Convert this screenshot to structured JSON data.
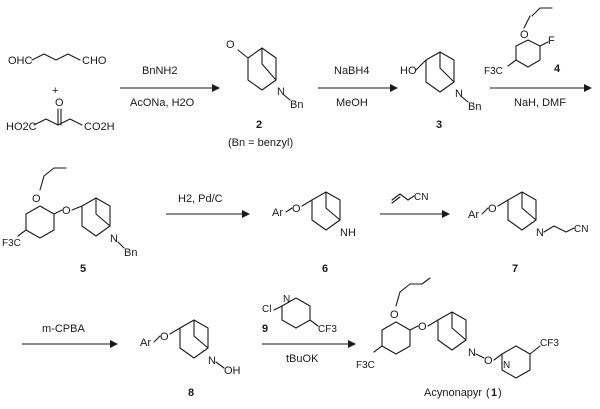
{
  "reagents": {
    "glutaraldehyde_left": "OHC",
    "glutaraldehyde_right": "CHO",
    "plus": "+",
    "acetonedicarboxylic_left": "HO2C",
    "acetonedicarboxylic_right": "CO2H",
    "acetone_O": "O"
  },
  "steps": {
    "s1_top": "BnNH2",
    "s1_bottom": "AcONa, H2O",
    "s2_top": "NaBH4",
    "s2_bottom": "MeOH",
    "s3_compound": "4",
    "s3_bottom": "NaH, DMF",
    "s4_top": "H2, Pd/C",
    "s5_top": "CN",
    "s6_top": "m-CPBA",
    "s7_compound": "9",
    "s7_bottom": "tBuOK"
  },
  "compounds": {
    "c2_number": "2",
    "c2_note": "(Bn = benzyl)",
    "c3_number": "3",
    "c5_number": "5",
    "c6_number": "6",
    "c7_number": "7",
    "c8_number": "8",
    "product_name": "Acynonapyr",
    "product_number": "1"
  },
  "atoms": {
    "O": "O",
    "N": "N",
    "HO": "HO",
    "Bn": "Bn",
    "F": "F",
    "F3C": "F3C",
    "CF3": "CF3",
    "Ar": "Ar",
    "NH": "NH",
    "OH": "OH",
    "Cl": "Cl",
    "CN": "CN"
  }
}
